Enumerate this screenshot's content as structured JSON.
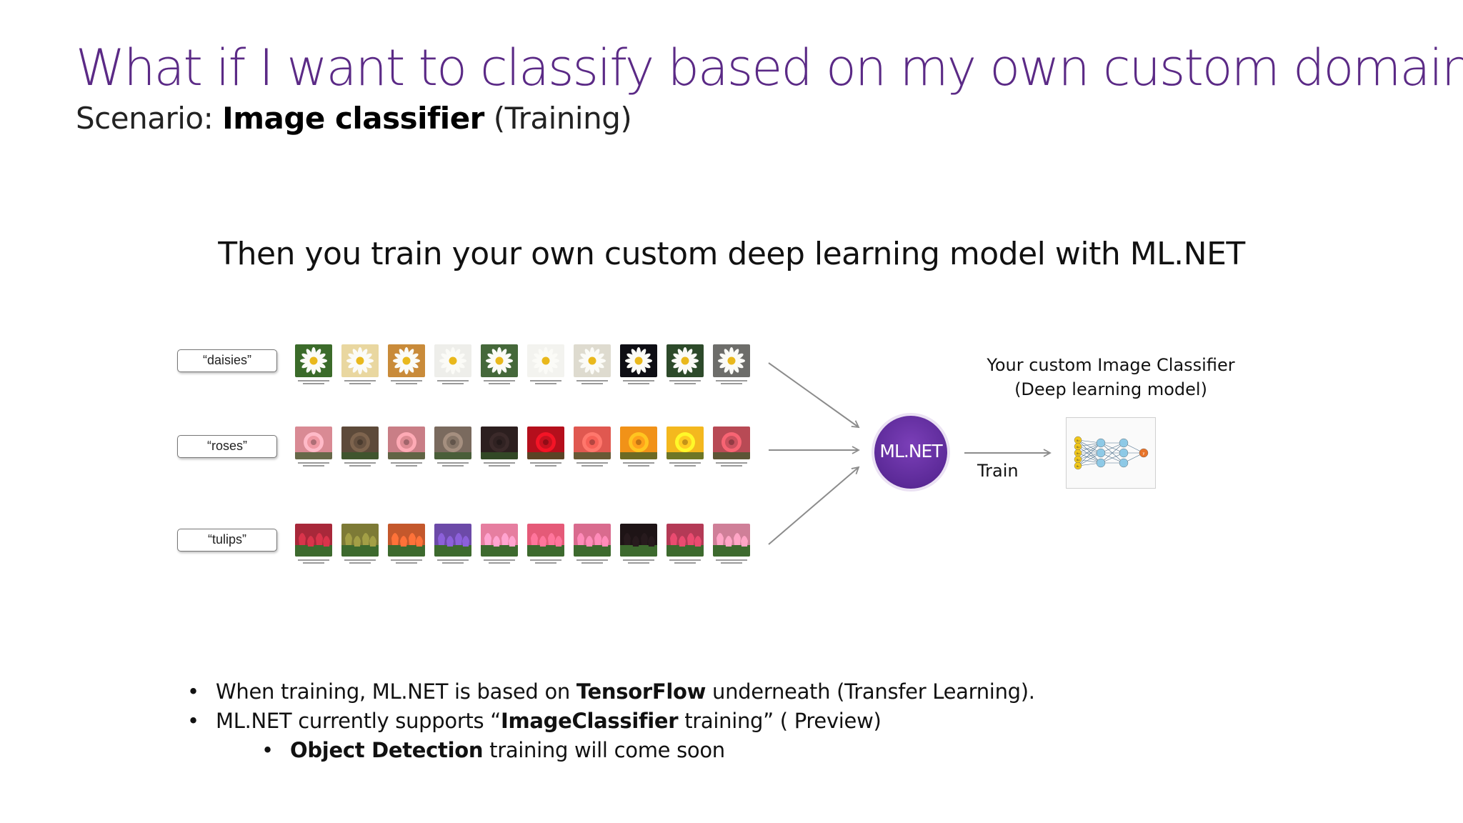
{
  "slide": {
    "title": "What if I want to classify based on my own custom domain?",
    "subtitle": {
      "prefix": "Scenario: ",
      "bold": "Image classifier",
      "suffix": " (Training)"
    },
    "headline": "Then you train your own custom deep learning model with ML.NET"
  },
  "dataset": {
    "rows": [
      {
        "label": "“daisies”",
        "thumbnails": 10,
        "palette": [
          "#3b6b2a",
          "#e9d7a0",
          "#c98b3a",
          "#eeeeea",
          "#45683a",
          "#f3f3ef",
          "#dedbcf",
          "#0e0e14",
          "#2d4a2a",
          "#6d6d6a"
        ]
      },
      {
        "label": "“roses”",
        "thumbnails": 10,
        "palette": [
          "#d98a94",
          "#5d4a3a",
          "#c97e86",
          "#7a6a5e",
          "#2c1f1f",
          "#b50f1c",
          "#e05850",
          "#f19218",
          "#f4b81e",
          "#b84a55"
        ]
      },
      {
        "label": "“tulips”",
        "thumbnails": 10,
        "palette": [
          "#a8283a",
          "#7d7a36",
          "#c4582c",
          "#6c4aa8",
          "#e67ea0",
          "#e55a78",
          "#d96b8e",
          "#1e1416",
          "#b43a56",
          "#cf7f98"
        ]
      }
    ]
  },
  "pipeline": {
    "engine_label": "ML.NET",
    "train_label": "Train",
    "model_caption_line1": "Your custom Image Classifier",
    "model_caption_line2": "(Deep learning model)",
    "colors": {
      "engine": "#5c2a98",
      "arrow": "#8c8c8c",
      "input_node": "#f2c81b",
      "hidden_node": "#8ec9e6",
      "output_node": "#e8742a"
    },
    "network": {
      "inputs": 5,
      "hidden1": 3,
      "hidden2": 3,
      "outputs": 1,
      "node_labels": [
        "x₁",
        "x₂",
        "x₃",
        "x₄",
        "xₙ"
      ],
      "output_label": "y"
    }
  },
  "bullets": [
    {
      "level": 1,
      "parts": [
        {
          "text": "When training, ML.NET is based on ",
          "bold": false
        },
        {
          "text": "TensorFlow",
          "bold": true
        },
        {
          "text": " underneath (Transfer Learning).",
          "bold": false
        }
      ]
    },
    {
      "level": 1,
      "parts": [
        {
          "text": "ML.NET currently supports “",
          "bold": false
        },
        {
          "text": "ImageClassifier",
          "bold": true
        },
        {
          "text": " training” ( Preview)",
          "bold": false
        }
      ]
    },
    {
      "level": 2,
      "parts": [
        {
          "text": "Object Detection",
          "bold": true
        },
        {
          "text": " training will come soon",
          "bold": false
        }
      ]
    }
  ]
}
